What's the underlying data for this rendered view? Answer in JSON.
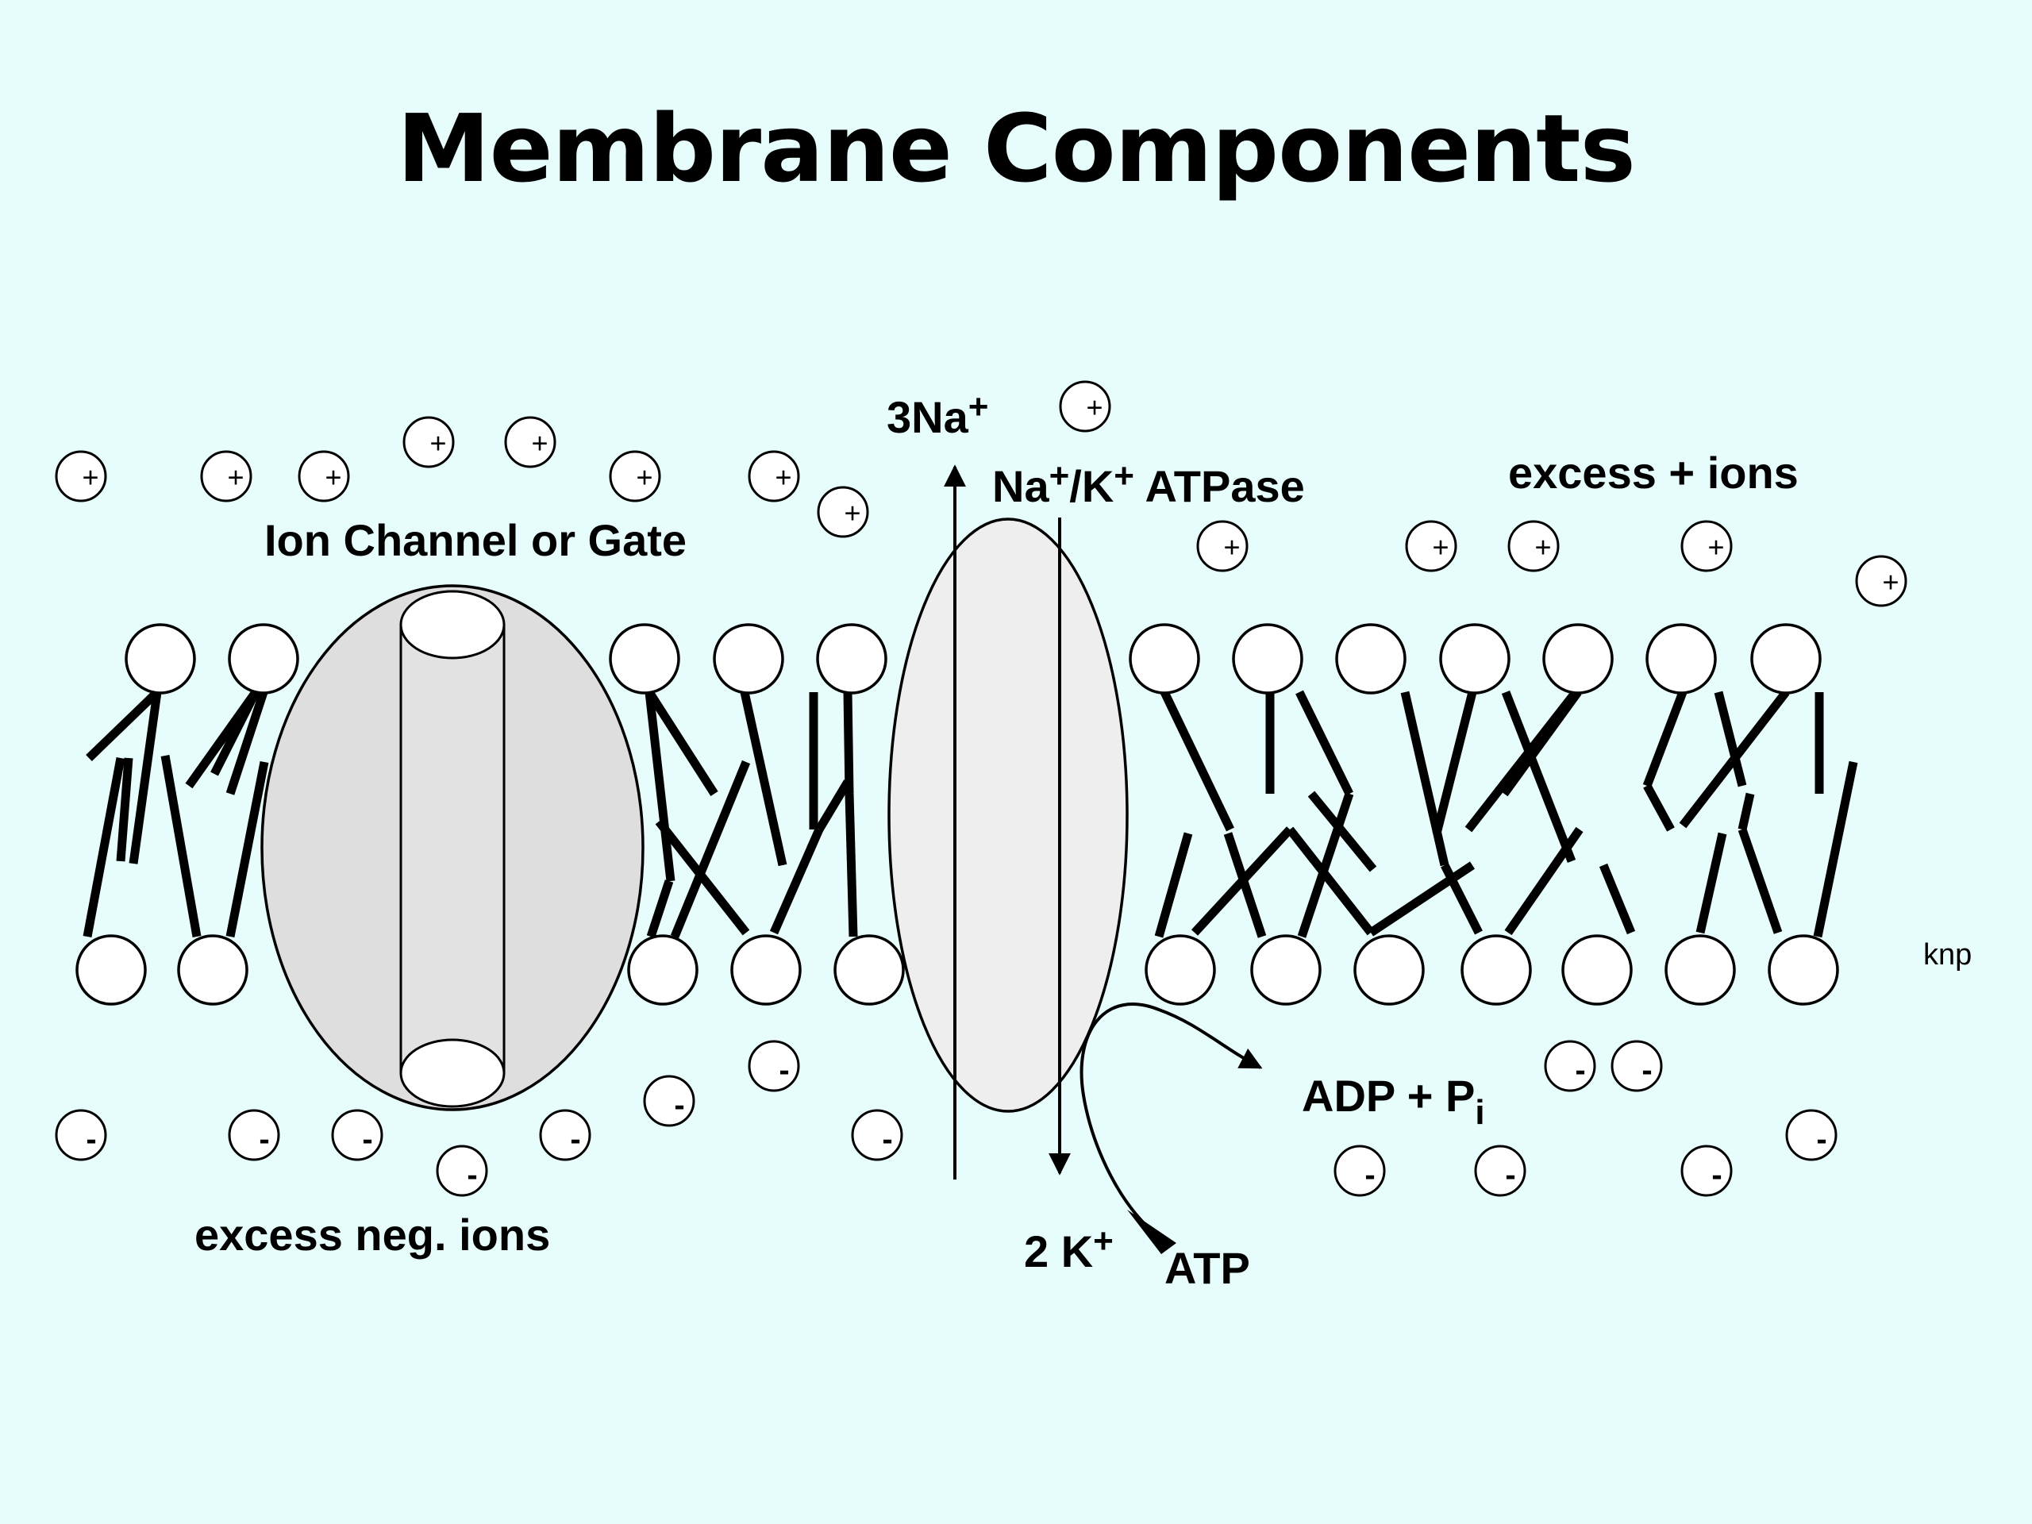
{
  "title": "Membrane Components",
  "labels": {
    "ion_channel": "Ion Channel or Gate",
    "pump_name": "Na+/K+ ATPase",
    "na_out": "3Na+",
    "k_in": "2 K+",
    "adp": "ADP + Pi",
    "atp": "ATP",
    "excess_pos": "excess + ions",
    "excess_neg": "excess neg. ions",
    "author": "knp"
  },
  "ion_symbols": {
    "positive": "+",
    "negative": "-"
  },
  "colors": {
    "background": "#e6fdfc",
    "channel_protein": "#dedede",
    "pump_protein": "#eeeeee",
    "lipid_head": "#ffffff",
    "outline": "#000000"
  }
}
